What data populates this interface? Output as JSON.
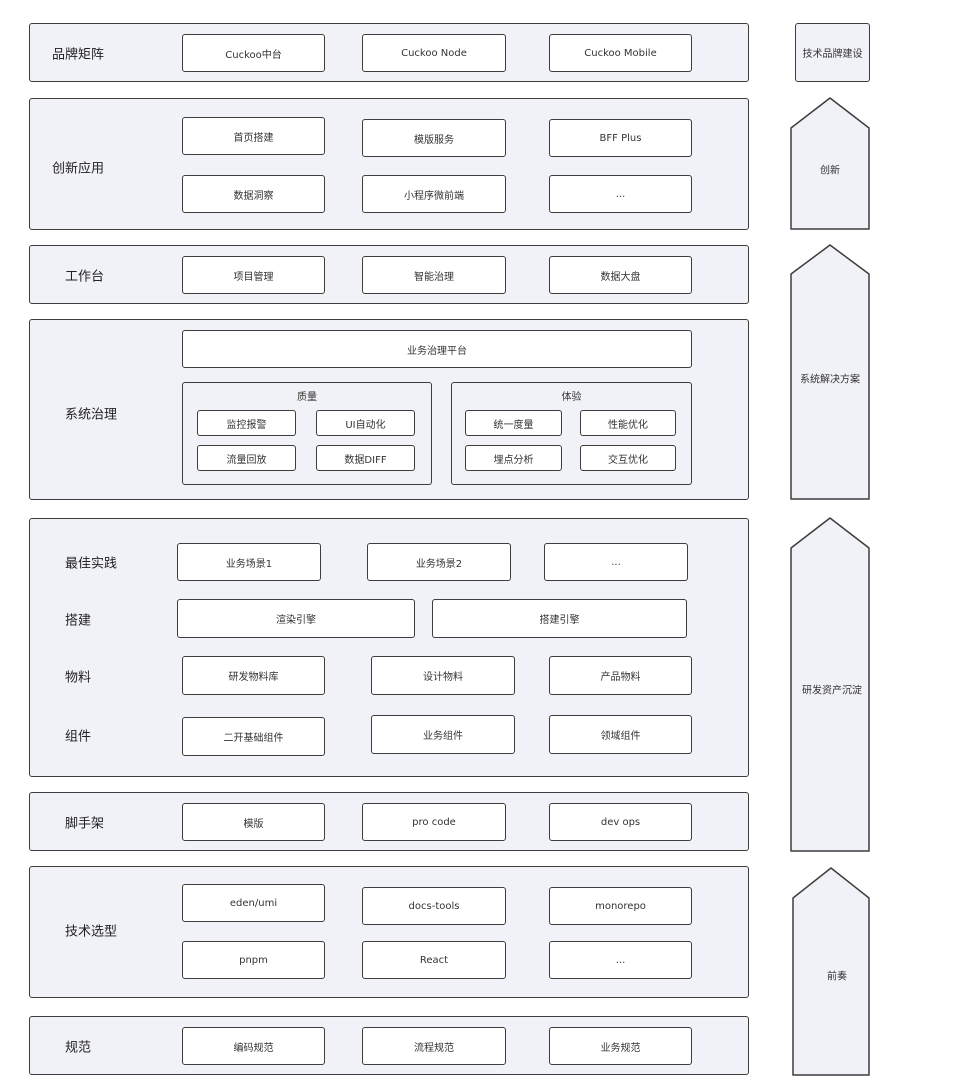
{
  "layers": {
    "brand": {
      "label": "品牌矩阵",
      "items": [
        "Cuckoo中台",
        "Cuckoo Node",
        "Cuckoo Mobile"
      ]
    },
    "innovation": {
      "label": "创新应用",
      "items": [
        "首页搭建",
        "模版服务",
        "BFF Plus",
        "数据洞察",
        "小程序微前端",
        "..."
      ]
    },
    "workbench": {
      "label": "工作台",
      "items": [
        "项目管理",
        "智能治理",
        "数据大盘"
      ]
    },
    "governance": {
      "label": "系统治理",
      "platform": "业务治理平台",
      "quality": {
        "title": "质量",
        "items": [
          "监控报警",
          "UI自动化",
          "流量回放",
          "数据DIFF"
        ]
      },
      "experience": {
        "title": "体验",
        "items": [
          "统一度量",
          "性能优化",
          "埋点分析",
          "交互优化"
        ]
      }
    },
    "assets": {
      "rows": [
        {
          "label": "最佳实践",
          "items": [
            "业务场景1",
            "业务场景2",
            "..."
          ]
        },
        {
          "label": "搭建",
          "items": [
            "渲染引擎",
            "搭建引擎"
          ]
        },
        {
          "label": "物料",
          "items": [
            "研发物料库",
            "设计物料",
            "产品物料"
          ]
        },
        {
          "label": "组件",
          "items": [
            "二开基础组件",
            "业务组件",
            "领域组件"
          ]
        }
      ]
    },
    "scaffold": {
      "label": "脚手架",
      "items": [
        "模版",
        "pro code",
        "dev ops"
      ]
    },
    "tech": {
      "label": "技术选型",
      "items": [
        "eden/umi",
        "docs-tools",
        "monorepo",
        "pnpm",
        "React",
        "..."
      ]
    },
    "spec": {
      "label": "规范",
      "items": [
        "编码规范",
        "流程规范",
        "业务规范"
      ]
    }
  },
  "side": {
    "brand": "技术品牌建设",
    "innovation": "创新",
    "solution": "系统解决方案",
    "assets": "研发资产沉淀",
    "prelude": "前奏"
  }
}
